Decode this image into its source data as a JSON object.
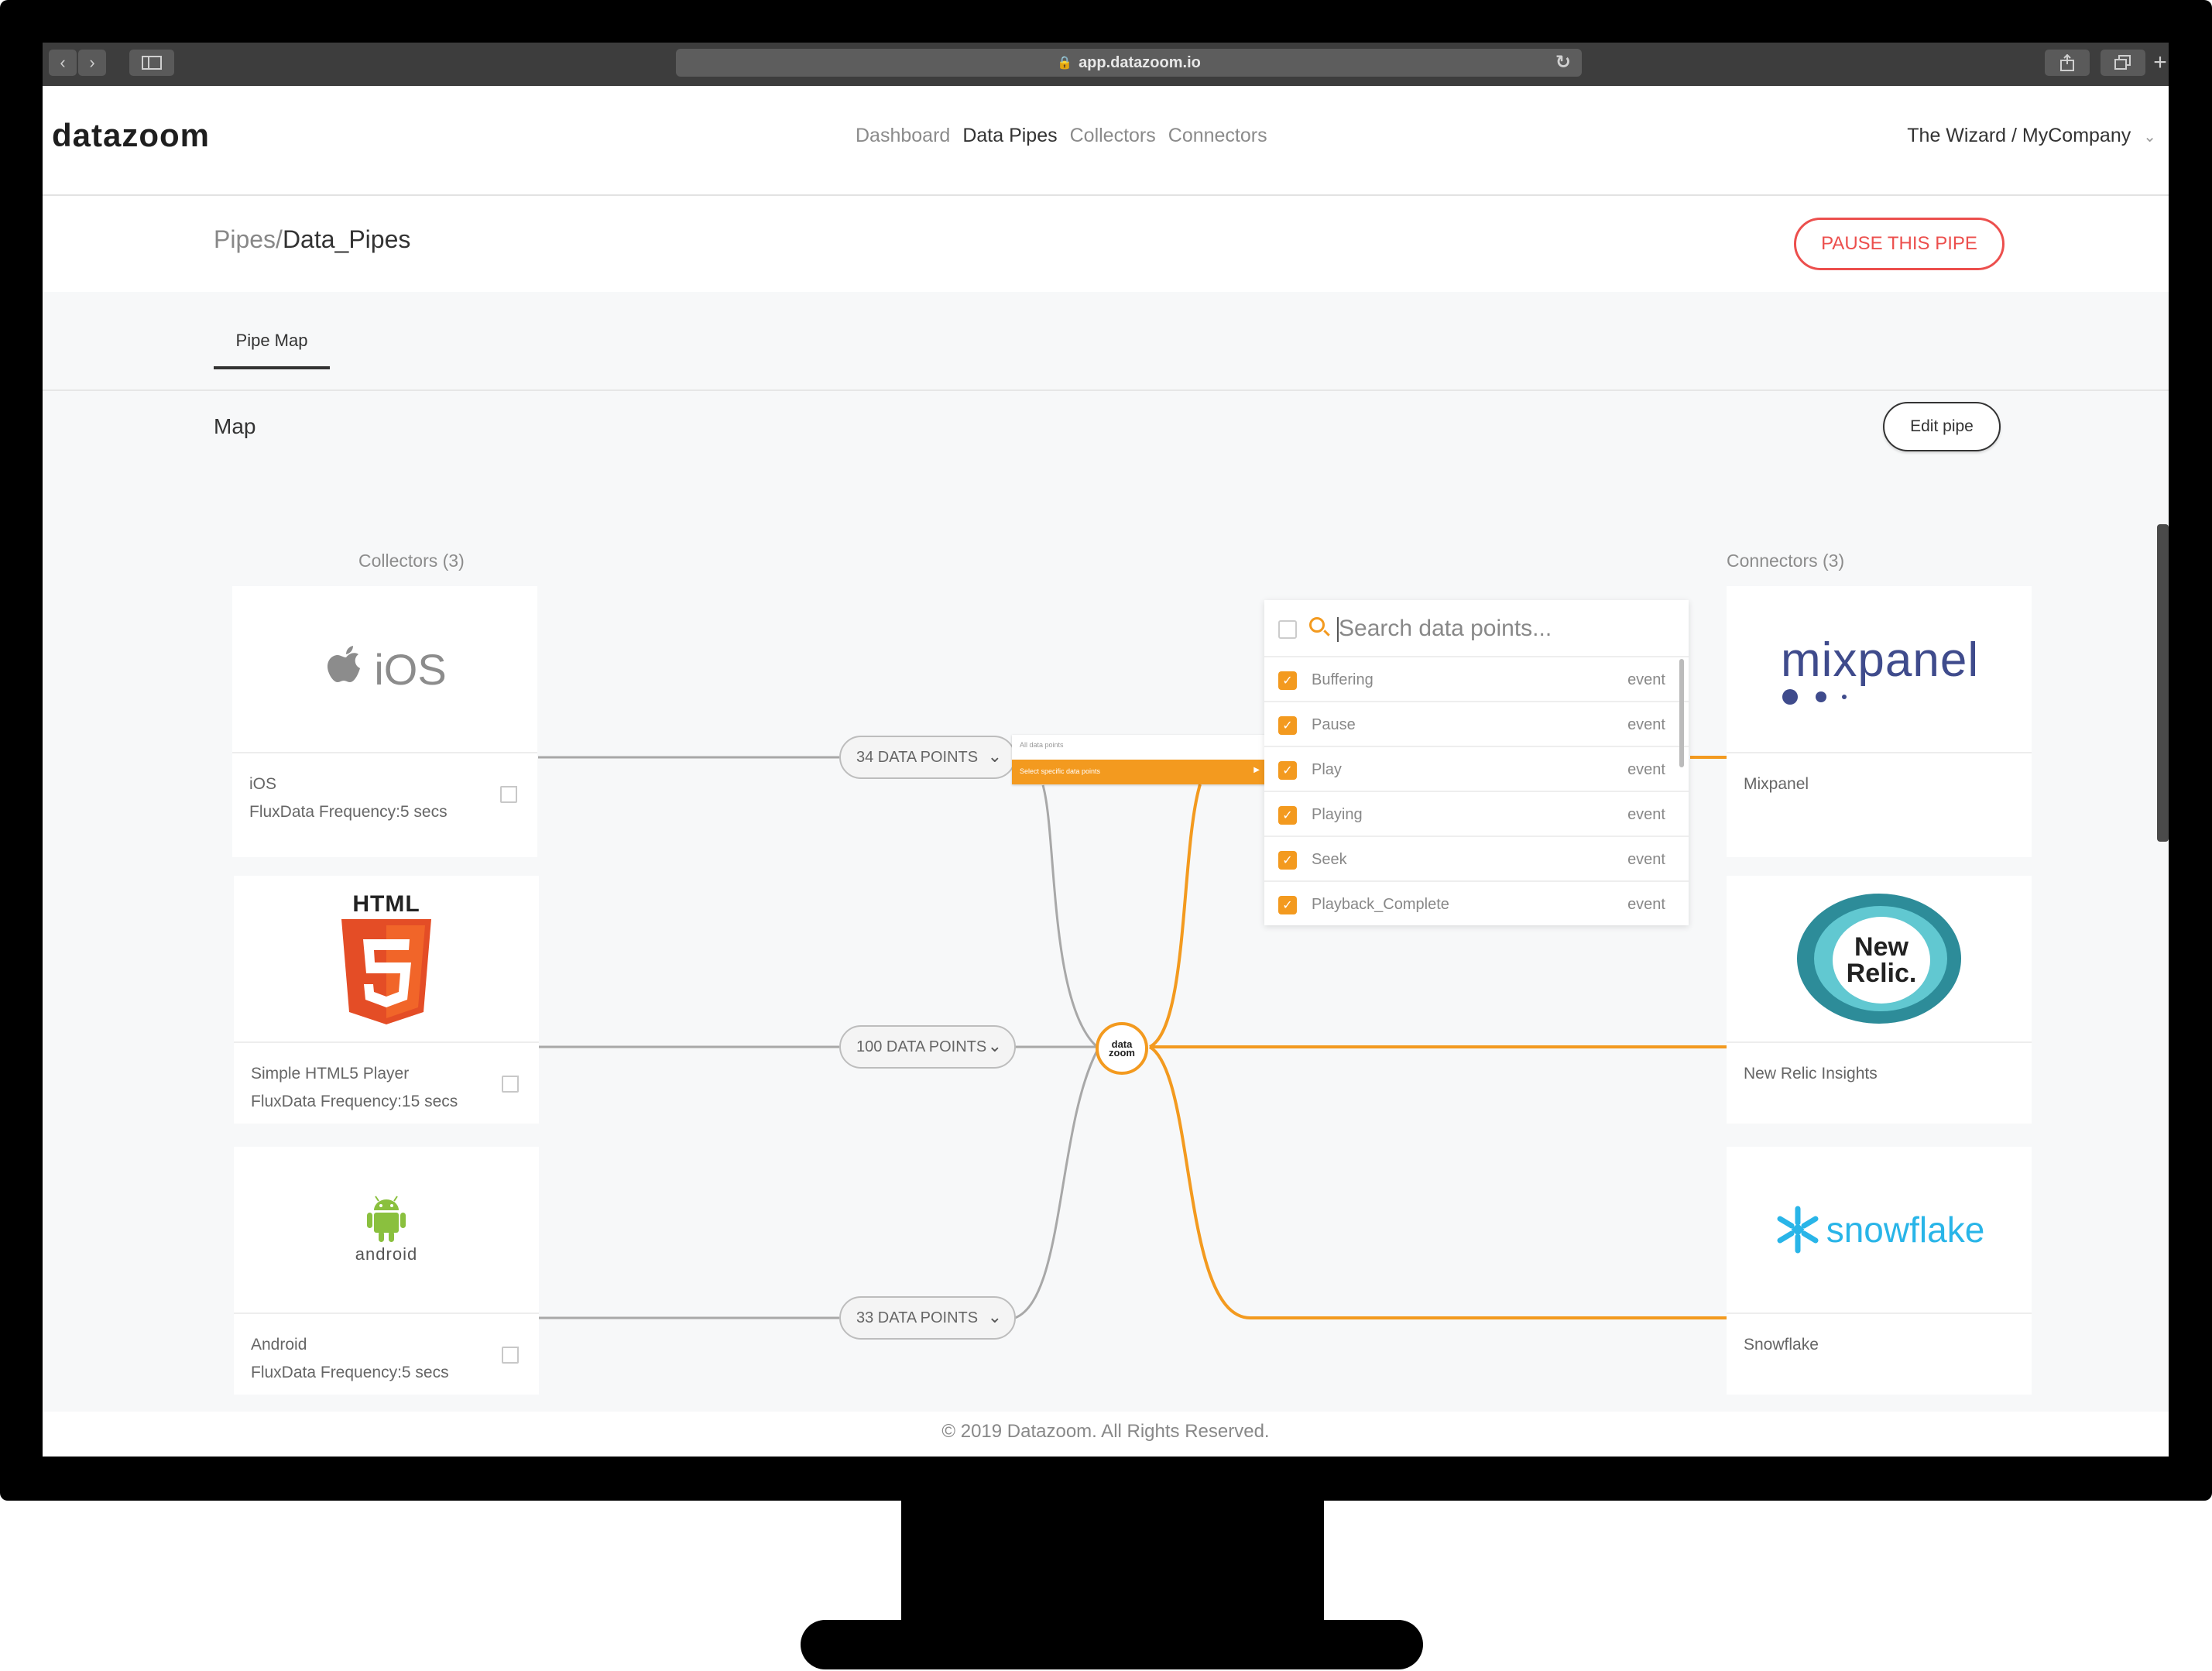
{
  "browser": {
    "url": "app.datazoom.io",
    "back": "‹",
    "forward": "›"
  },
  "header": {
    "logo": "datazoom",
    "nav": [
      "Dashboard",
      "Data Pipes",
      "Collectors",
      "Connectors"
    ],
    "active_nav": "Data Pipes",
    "account": "The Wizard / MyCompany"
  },
  "page": {
    "breadcrumb_root": "Pipes/",
    "breadcrumb_current": "Data_Pipes",
    "pause_label": "PAUSE THIS PIPE",
    "tab": "Pipe Map",
    "section_title": "Map",
    "edit_label": "Edit pipe"
  },
  "collectors": {
    "heading": "Collectors (3)",
    "items": [
      {
        "logo_text": "iOS",
        "name": "iOS",
        "frequency": "FluxData Frequency:5 secs",
        "data_points": "34 DATA POINTS"
      },
      {
        "logo_text": "HTML",
        "name": "Simple HTML5 Player",
        "frequency": "FluxData Frequency:15 secs",
        "data_points": "100 DATA POINTS"
      },
      {
        "logo_text": "android",
        "name": "Android",
        "frequency": "FluxData Frequency:5 secs",
        "data_points": "33 DATA POINTS"
      }
    ]
  },
  "connectors": {
    "heading": "Connectors (3)",
    "items": [
      {
        "logo_text": "mixpanel",
        "name": "Mixpanel"
      },
      {
        "logo_text_1": "New",
        "logo_text_2": "Relic.",
        "name": "New Relic Insights"
      },
      {
        "logo_text": "snowflake",
        "name": "Snowflake"
      }
    ]
  },
  "hub": {
    "line1": "data",
    "line2": "zoom"
  },
  "pill_menu": {
    "option_all": "All data points",
    "option_specific": "Select specific data points",
    "arrow": "▶"
  },
  "data_points_panel": {
    "placeholder": "Search data points...",
    "rows": [
      {
        "label": "Buffering",
        "type": "event"
      },
      {
        "label": "Pause",
        "type": "event"
      },
      {
        "label": "Play",
        "type": "event"
      },
      {
        "label": "Playing",
        "type": "event"
      },
      {
        "label": "Seek",
        "type": "event"
      },
      {
        "label": "Playback_Complete",
        "type": "event"
      }
    ]
  },
  "footer": "© 2019 Datazoom. All Rights Reserved.",
  "colors": {
    "accent": "#f39a1f",
    "pause": "#ec4f4d",
    "line_gray": "#a8a8a8",
    "mixpanel": "#3f4b8c",
    "newrelic_teal": "#2d8c99",
    "snowflake": "#29b5e8",
    "html5": "#e44d26",
    "android": "#8ac03e"
  }
}
